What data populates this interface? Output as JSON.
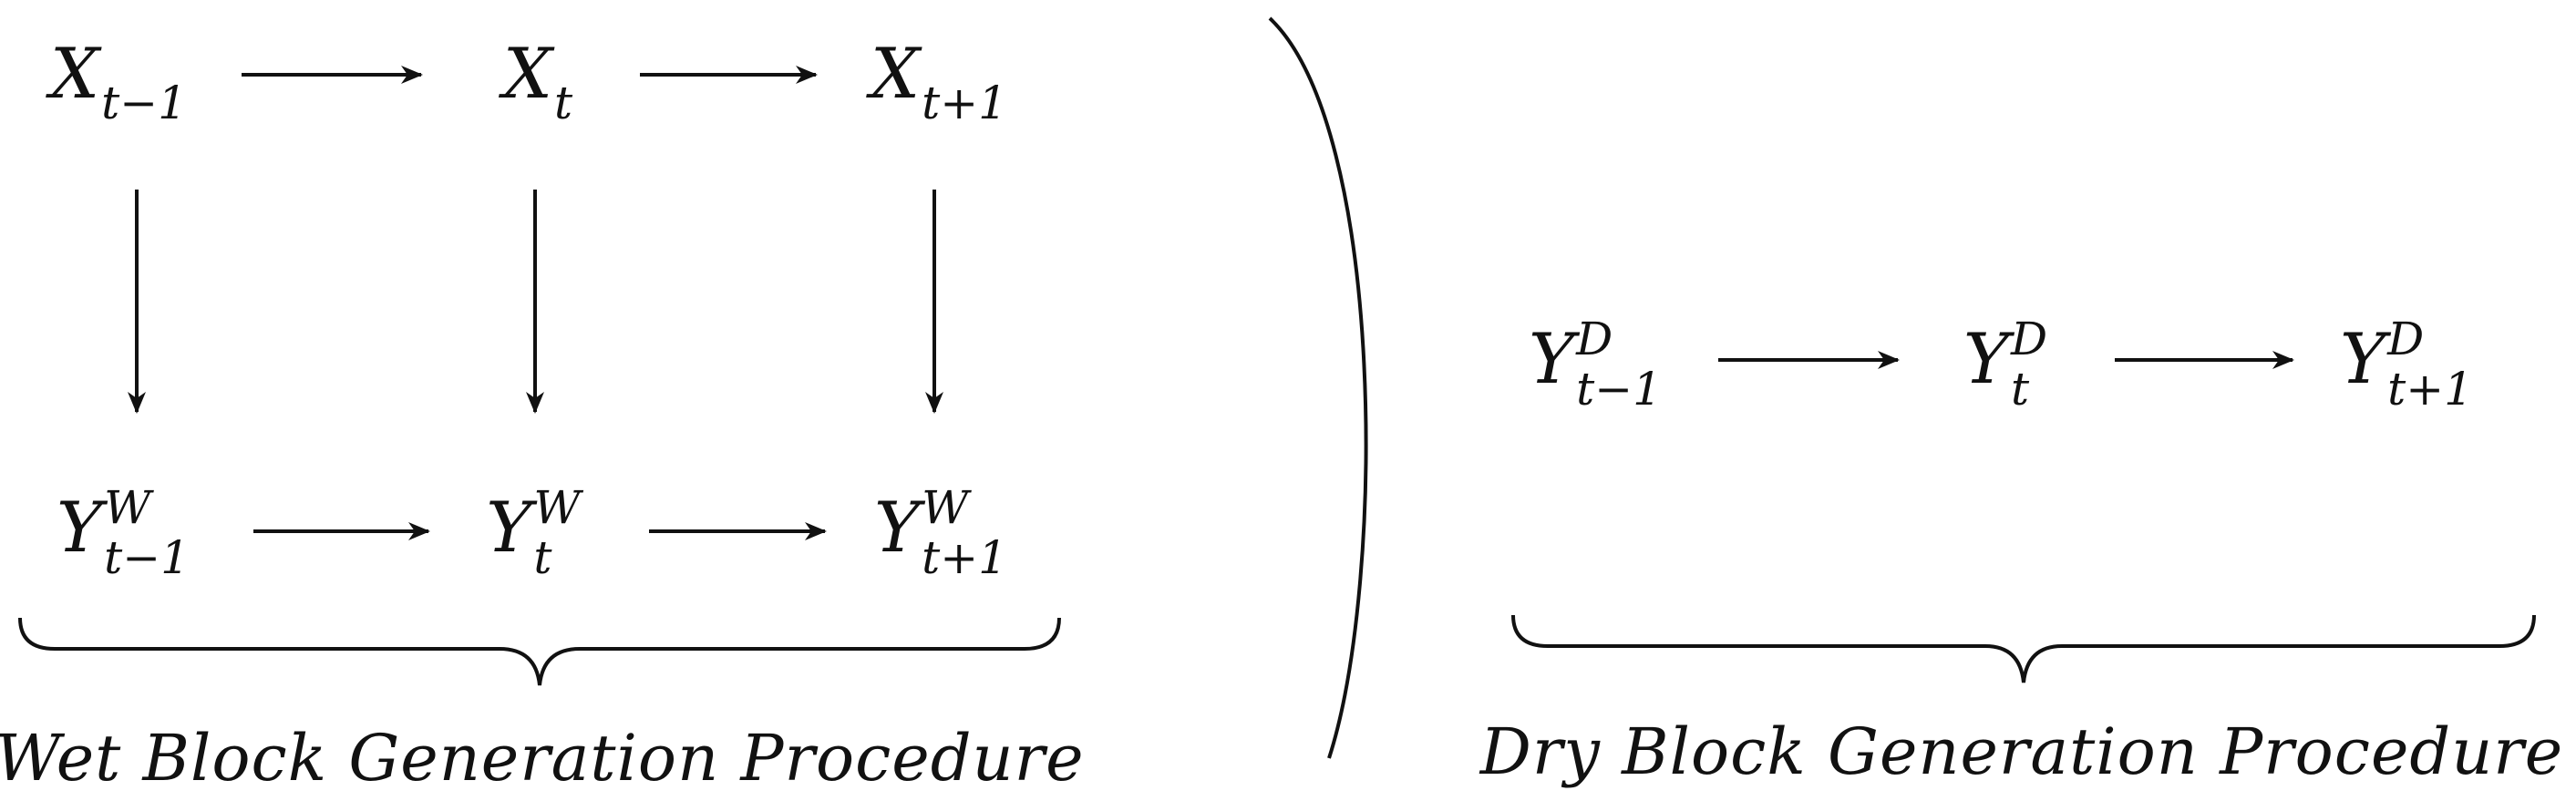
{
  "wet": {
    "top_row": [
      {
        "base": "X",
        "sub": "t−1"
      },
      {
        "base": "X",
        "sub": "t"
      },
      {
        "base": "X",
        "sub": "t+1"
      }
    ],
    "bottom_row": [
      {
        "base": "Y",
        "sup": "W",
        "sub": "t−1"
      },
      {
        "base": "Y",
        "sup": "W",
        "sub": "t"
      },
      {
        "base": "Y",
        "sup": "W",
        "sub": "t+1"
      }
    ],
    "caption": "Wet Block Generation Procedure"
  },
  "dry": {
    "row": [
      {
        "base": "Y",
        "sup": "D",
        "sub": "t−1"
      },
      {
        "base": "Y",
        "sup": "D",
        "sub": "t"
      },
      {
        "base": "Y",
        "sup": "D",
        "sub": "t+1"
      }
    ],
    "caption": "Dry Block Generation Procedure"
  },
  "colors": {
    "ink": "#111111",
    "background": "#ffffff"
  }
}
